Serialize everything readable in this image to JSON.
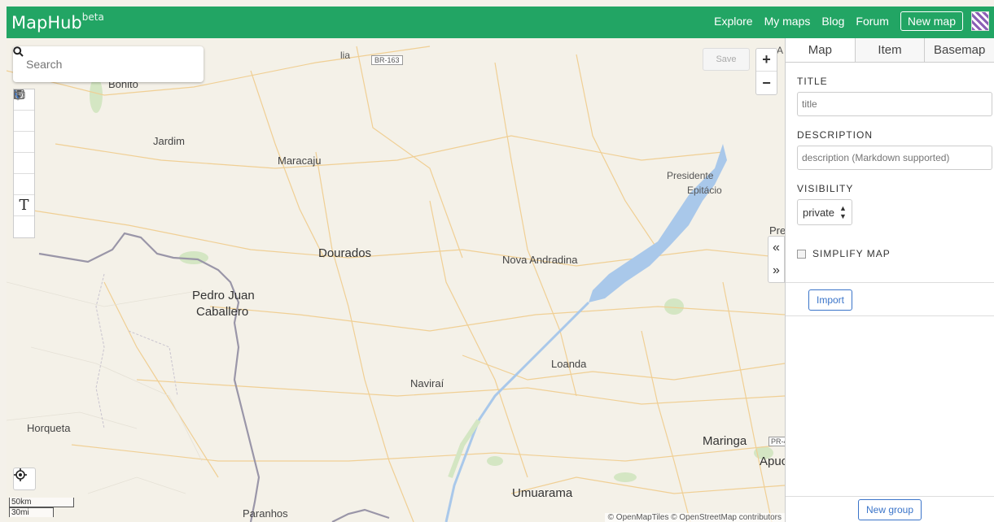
{
  "brand": {
    "name": "MapHub",
    "tag": "beta"
  },
  "nav": {
    "explore": "Explore",
    "my_maps": "My maps",
    "blog": "Blog",
    "forum": "Forum",
    "new_map": "New map"
  },
  "search": {
    "label": "Search"
  },
  "toolbar": {
    "save": "Save",
    "zoom_in": "+",
    "zoom_out": "−",
    "text_tool": "T"
  },
  "map": {
    "places": [
      {
        "name": "Bonito"
      },
      {
        "name": "lia"
      },
      {
        "name": "BR-163"
      },
      {
        "name": "Jardim"
      },
      {
        "name": "Maracaju"
      },
      {
        "name": "Presidente"
      },
      {
        "name": "Epitácio"
      },
      {
        "name": "Pre"
      },
      {
        "name": "Dourados"
      },
      {
        "name": "Nova Andradina"
      },
      {
        "name": "Pedro Juan"
      },
      {
        "name": "Caballero"
      },
      {
        "name": "Loanda"
      },
      {
        "name": "Naviraí"
      },
      {
        "name": "Horqueta"
      },
      {
        "name": "Maringa"
      },
      {
        "name": "PR-4"
      },
      {
        "name": "Apuc"
      },
      {
        "name": "Umuarama"
      },
      {
        "name": "Paranhos"
      },
      {
        "name": "A"
      }
    ],
    "scale_km": "50km",
    "scale_mi": "30mi",
    "attribution": "© OpenMapTiles © OpenStreetMap contributors"
  },
  "panel": {
    "tabs": [
      "Map",
      "Item",
      "Basemap"
    ],
    "title_label": "TITLE",
    "title_placeholder": "title",
    "description_label": "DESCRIPTION",
    "description_placeholder": "description (Markdown supported)",
    "visibility_label": "VISIBILITY",
    "visibility_value": "private",
    "simplify_label": "SIMPLIFY MAP",
    "import_label": "Import",
    "new_group_label": "New group"
  },
  "colors": {
    "brand": "#22a564",
    "link": "#3a74c9",
    "water": "#a9c8ea"
  }
}
